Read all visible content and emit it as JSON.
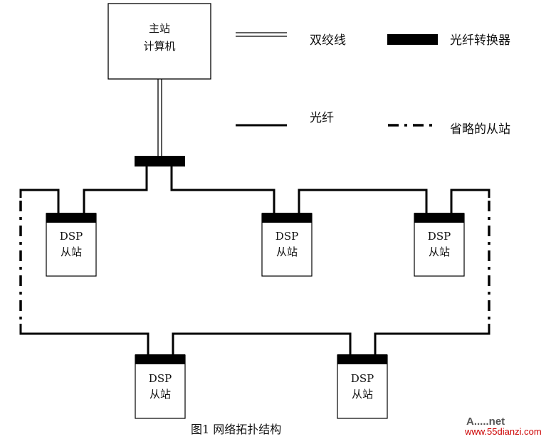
{
  "master": {
    "line1": "主站",
    "line2": "计算机"
  },
  "legend": {
    "twisted_pair": "双绞线",
    "converter": "光纤转换器",
    "fiber": "光纤",
    "omitted": "省略的从站"
  },
  "slaves": [
    {
      "line1": "DSP",
      "line2": "从站"
    },
    {
      "line1": "DSP",
      "line2": "从站"
    },
    {
      "line1": "DSP",
      "line2": "从站"
    },
    {
      "line1": "DSP",
      "line2": "从站"
    },
    {
      "line1": "DSP",
      "line2": "从站"
    }
  ],
  "caption": "图1  网络拓扑结构",
  "watermark": {
    "logo": "A.....net",
    "url": "www.55dianzi.com"
  },
  "colors": {
    "line": "#000000",
    "watermark": "#cc0000"
  }
}
